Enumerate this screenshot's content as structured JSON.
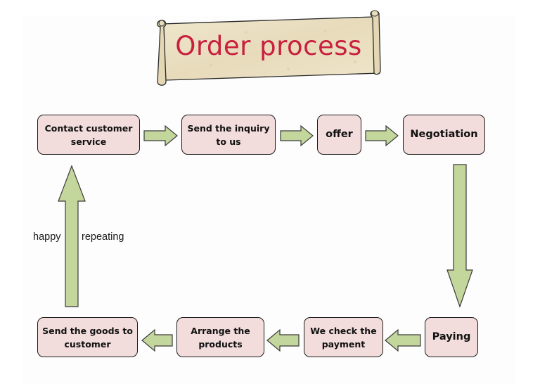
{
  "diagram": {
    "title": "Order process",
    "nodes": [
      {
        "id": "contact",
        "label": "Contact customer service"
      },
      {
        "id": "inquiry",
        "label": "Send the inquiry to us"
      },
      {
        "id": "offer",
        "label": "offer"
      },
      {
        "id": "negotiation",
        "label": "Negotiation"
      },
      {
        "id": "paying",
        "label": "Paying"
      },
      {
        "id": "check",
        "label": "We check the payment"
      },
      {
        "id": "arrange",
        "label": "Arrange the products"
      },
      {
        "id": "send",
        "label": "Send the goods to customer"
      }
    ],
    "edges": [
      {
        "from": "contact",
        "to": "inquiry"
      },
      {
        "from": "inquiry",
        "to": "offer"
      },
      {
        "from": "offer",
        "to": "negotiation"
      },
      {
        "from": "negotiation",
        "to": "paying"
      },
      {
        "from": "paying",
        "to": "check"
      },
      {
        "from": "check",
        "to": "arrange"
      },
      {
        "from": "arrange",
        "to": "send"
      },
      {
        "from": "send",
        "to": "contact"
      }
    ],
    "loop_label_left": "happy",
    "loop_label_right": "repeating",
    "colors": {
      "title_text": "#c8203e",
      "box_fill": "#f2dcdc",
      "arrow_fill": "#c3d69b",
      "scroll_fill": "#ece2c6"
    }
  }
}
